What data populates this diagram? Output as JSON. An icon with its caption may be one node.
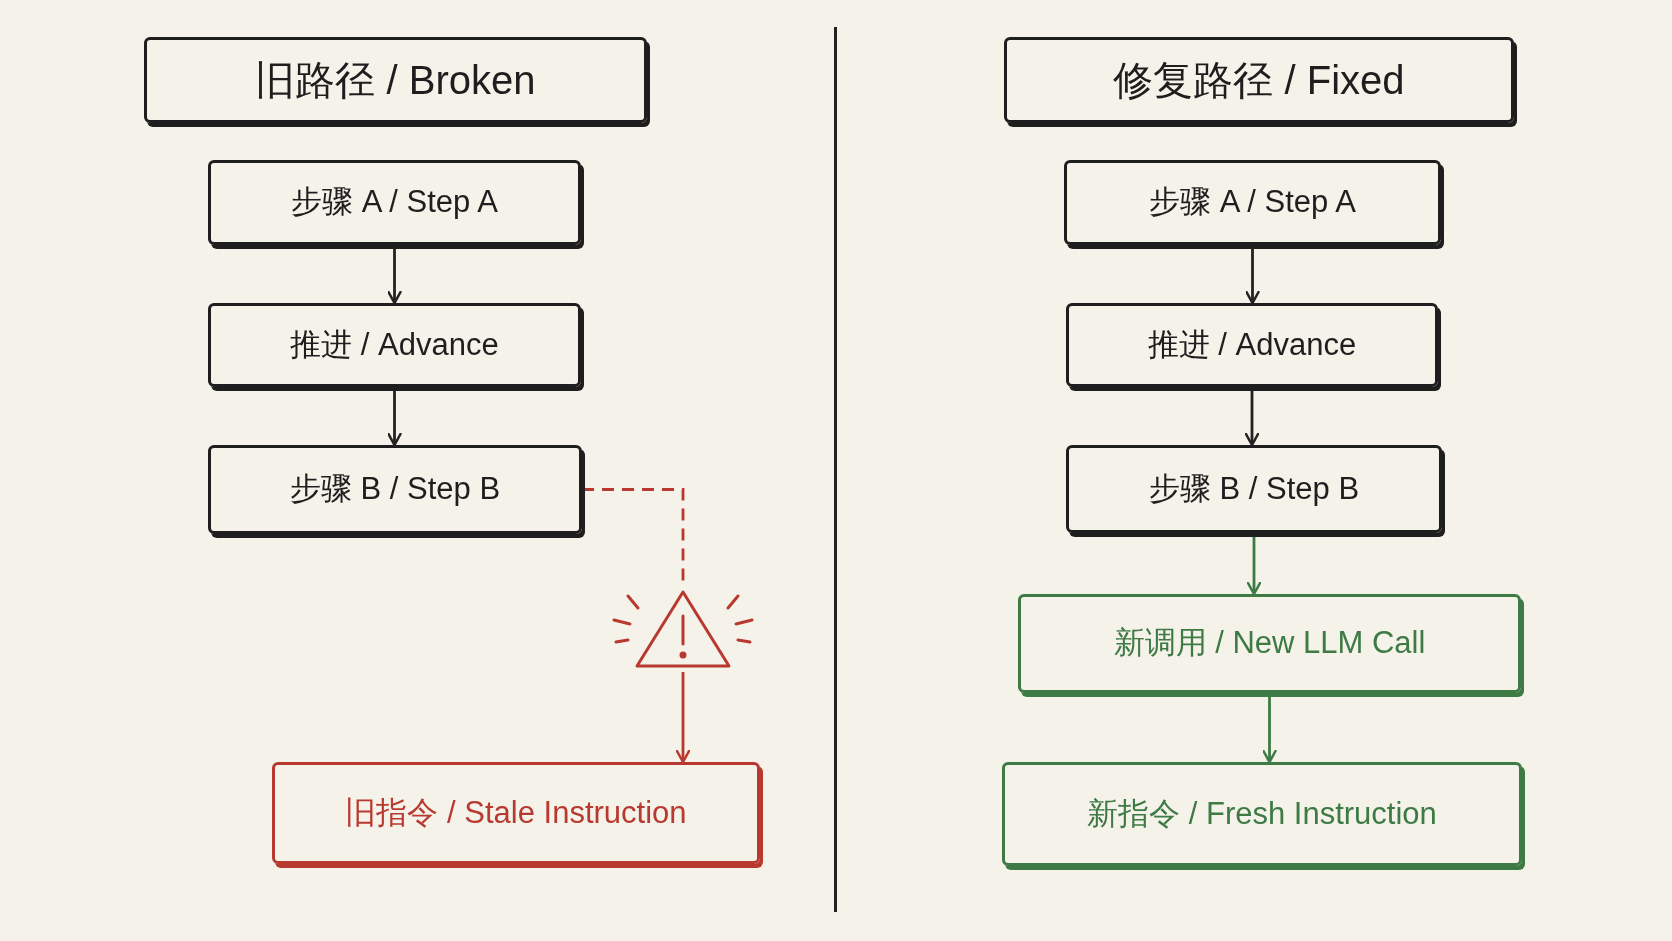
{
  "diagram": {
    "nodes": [
      {
        "text": [
          "旧路径 / Broken"
        ]
      },
      {
        "text": [
          "步骤 A / Step A"
        ]
      },
      {
        "text": [
          "推进 / Advance"
        ]
      },
      {
        "text": [
          "步骤 B / Step B"
        ]
      },
      {
        "text": [],
        "shape": "triangle"
      },
      {
        "text": [
          "旧指令 / Stale Instruction"
        ]
      },
      {
        "text": [
          "修复路径 / Fixed"
        ]
      },
      {
        "text": [
          "步骤 A / Step A"
        ]
      },
      {
        "text": [
          "推进 / Advance"
        ]
      },
      {
        "text": [
          "步骤 B / Step B"
        ]
      },
      {
        "text": [
          "新调用 / New LLM Call"
        ]
      },
      {
        "text": [
          "新指令 / Fresh Instruction"
        ]
      }
    ],
    "edges": [
      {
        "from": 1,
        "to": 2,
        "arrow": "to"
      },
      {
        "from": 2,
        "to": 3,
        "arrow": "to"
      },
      {
        "from": 3,
        "to": 4,
        "arrow": "none",
        "style": "dashed",
        "color": "#b8392f"
      },
      {
        "from": 4,
        "to": 5,
        "arrow": "to",
        "color": "#b8392f"
      },
      {
        "from": 7,
        "to": 8,
        "arrow": "to"
      },
      {
        "from": 8,
        "to": 9,
        "arrow": "to"
      },
      {
        "from": 9,
        "to": 10,
        "arrow": "to",
        "color": "#3d7a44"
      },
      {
        "from": 10,
        "to": 11,
        "arrow": "to",
        "color": "#3d7a44"
      }
    ]
  }
}
